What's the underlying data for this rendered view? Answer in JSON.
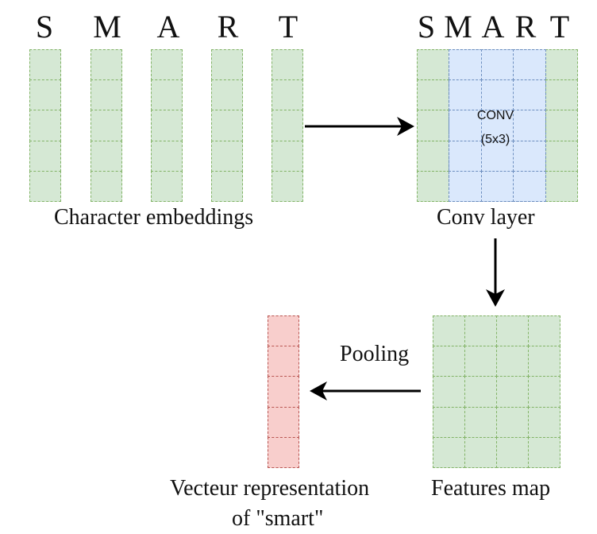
{
  "letters": [
    "S",
    "M",
    "A",
    "R",
    "T"
  ],
  "word": "SMART",
  "captions": {
    "embeddings": "Character embeddings",
    "conv_layer": "Conv layer",
    "features_map": "Features map",
    "pooling": "Pooling",
    "vector_line1": "Vecteur representation",
    "vector_line2": "of \"smart\""
  },
  "conv": {
    "label": "CONV",
    "kernel": "(5x3)"
  },
  "colors": {
    "green_fill": "#d5e8d4",
    "green_border": "#82b366",
    "blue_fill": "#dae8fc",
    "blue_border": "#6c8ebf",
    "red_fill": "#f8cecc",
    "red_border": "#b85450",
    "arrow": "#000000"
  }
}
